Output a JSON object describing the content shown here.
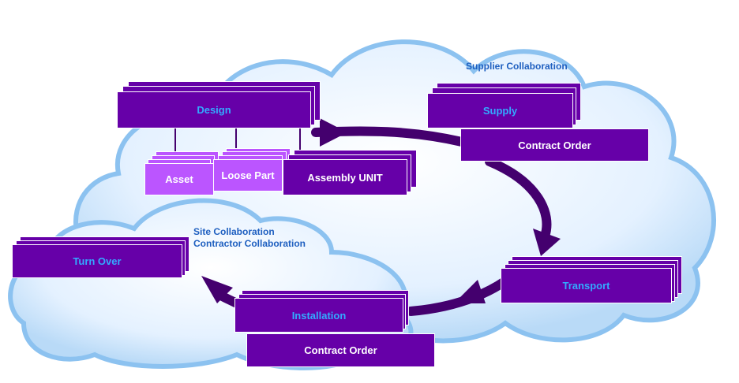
{
  "colors": {
    "box_dark": "#6600a8",
    "box_light": "#bb55ff",
    "arrow": "#44006e",
    "label_blue": "#1e5fc0",
    "title_blue": "#33aaff",
    "cloud_fill": "#dceeff",
    "cloud_edge": "#7fb8ee"
  },
  "labels": {
    "supplier": "Supplier Collaboration",
    "site": "Site Collaboration",
    "contractor": "Contractor Collaboration"
  },
  "boxes": {
    "design": "Design",
    "asset": "Asset",
    "loose_part": "Loose Part",
    "assembly_unit": "Assembly UNIT",
    "supply": "Supply",
    "contract_order_top": "Contract Order",
    "transport": "Transport",
    "installation": "Installation",
    "contract_order_bottom": "Contract Order",
    "turn_over": "Turn Over"
  }
}
